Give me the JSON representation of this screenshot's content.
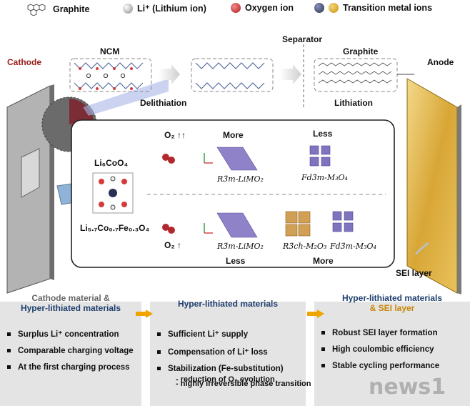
{
  "legend": {
    "graphite": "Graphite",
    "lithium": "Li⁺ (Lithium ion)",
    "oxygen": "Oxygen ion",
    "tm": "Transition metal ions"
  },
  "labels": {
    "cathode": "Cathode",
    "anode": "Anode",
    "ncm": "NCM",
    "separator": "Separator",
    "graphite": "Graphite",
    "delithiation": "Delithiation",
    "lithiation": "Lithiation",
    "sei_layer": "SEI layer"
  },
  "top_row": {
    "material": "Li₆CoO₄",
    "o2": "O₂ ↑↑",
    "more": "More",
    "less": "Less",
    "phase1": "R3̄m-LiMO₂",
    "phase2": "Fd3̄m-M₃O₄"
  },
  "bottom_row": {
    "material": "Li₅.₇Co₀.₇Fe₀.₃O₄",
    "o2": "O₂ ↑",
    "less": "Less",
    "more": "More",
    "phase1": "R3̄m-LiMO₂",
    "phase2": "R3̄ch-M₂O₃",
    "phase3": "Fd3̄m-M₃O₄"
  },
  "panels": [
    {
      "title1": "Cathode material &",
      "title2": "Hyper-lithiated materials",
      "bullets": [
        "Surplus Li⁺ concentration",
        "Comparable charging voltage",
        "At the first charging process"
      ]
    },
    {
      "title1": "Hyper-lithiated materials",
      "bullets": [
        "Sufficient Li⁺ supply",
        "Compensation of Li⁺ loss",
        "Stabilization (Fe-substitution)"
      ],
      "subs": [
        "- reduction of O₂ evolution",
        "- highly irreversible phase transition"
      ]
    },
    {
      "title1": "Hyper-lithiated materials",
      "title2": "& SEI layer",
      "bullets": [
        "Robust SEI layer formation",
        "High coulombic efficiency",
        "Stable cycling performance"
      ]
    }
  ],
  "watermark": "news1",
  "colors": {
    "panel": "#e4e4e4",
    "arrow": "#f0a400",
    "red": "#9b1c1c",
    "blue": "#1f3f6e",
    "gold": "#c8860a"
  }
}
